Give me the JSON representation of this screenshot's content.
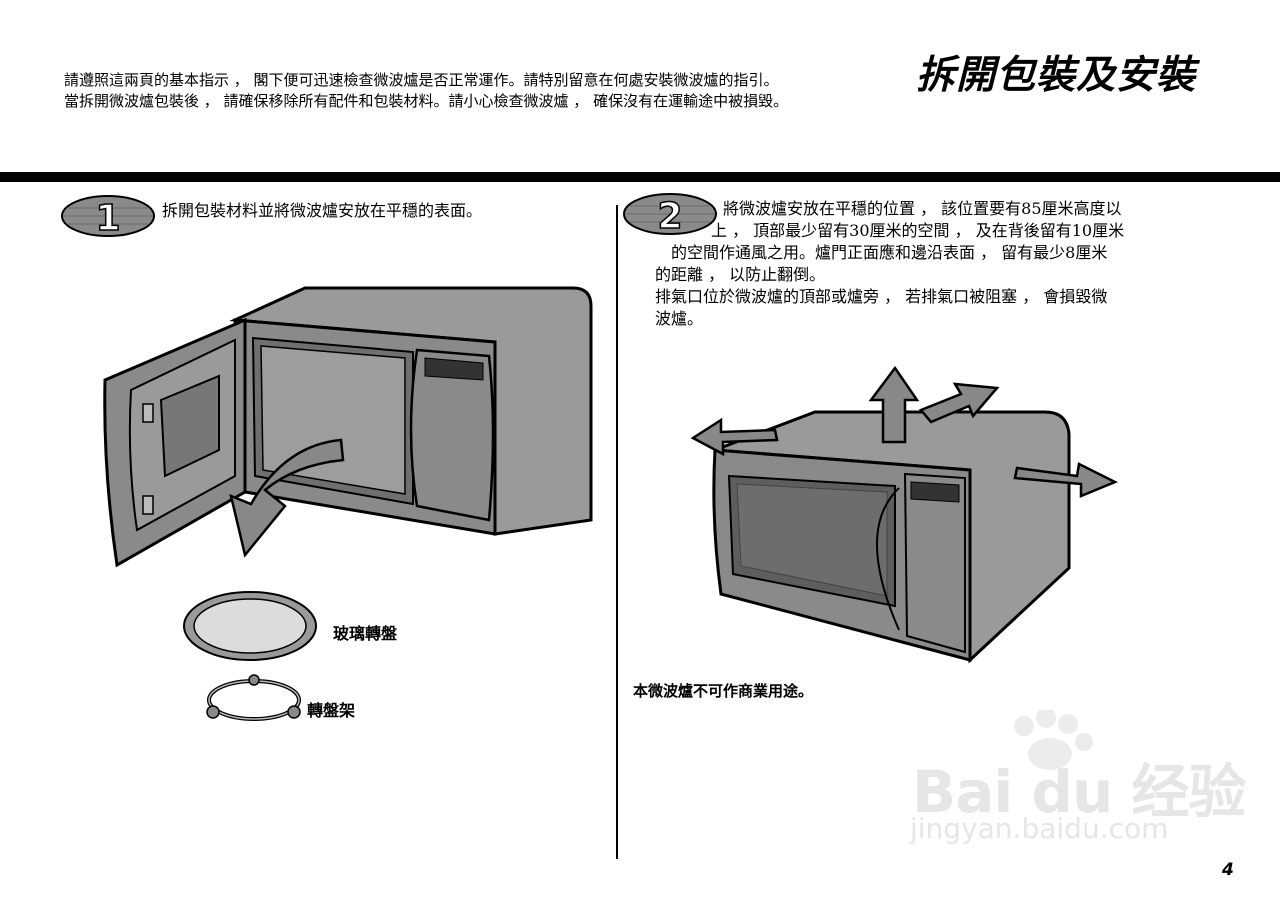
{
  "header": {
    "intro_line1": "請遵照這兩頁的基本指示 ， 閣下便可迅速檢查微波爐是否正常運作。請特別留意在何處安裝微波爐的指引。",
    "intro_line2": "當拆開微波爐包裝後 ， 請確保移除所有配件和包裝材料。請小心檢查微波爐 ， 確保沒有在運輸途中被損毀。",
    "title": "拆開包裝及安裝"
  },
  "step1": {
    "number": "1",
    "text": "拆開包裝材料並將微波爐安放在平穩的表面。",
    "tray_label": "玻璃轉盤",
    "ring_label": "轉盤架"
  },
  "step2": {
    "number": "2",
    "lines": [
      "將微波爐安放在平穩的位置 ， 該位置要有85厘米高度以",
      "上 ， 頂部最少留有30厘米的空間 ， 及在背後留有10厘米",
      "的空間作通風之用。爐門正面應和邊沿表面 ， 留有最少8厘米",
      "的距離 ， 以防止翻倒。",
      "排氣口位於微波爐的頂部或爐旁 ， 若排氣口被阻塞 ， 會損毀微",
      "波爐。"
    ],
    "note": "本微波爐不可作商業用途。"
  },
  "footer": {
    "page_number": "4"
  },
  "watermark": {
    "word": "Bai du 经验",
    "url": "jingyan.baidu.com"
  },
  "colors": {
    "fill_gray": "#8a8a8a",
    "dark_gray": "#555555",
    "light_gray": "#b8b8b8",
    "black": "#000000"
  }
}
